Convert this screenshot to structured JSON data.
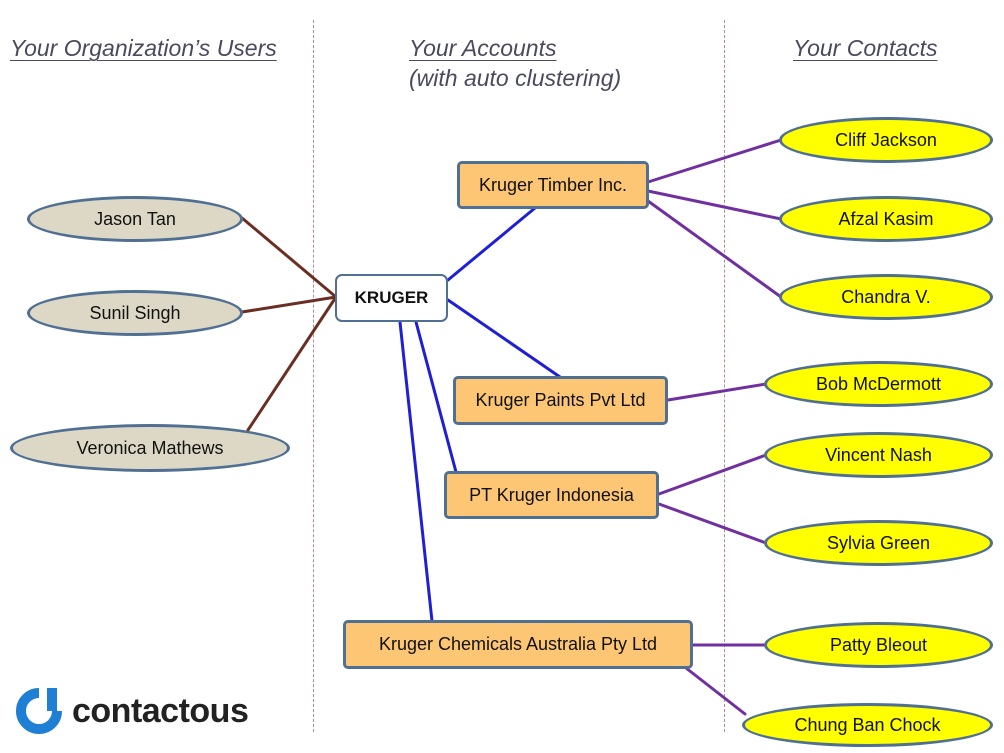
{
  "headers": {
    "users": "Your Organization’s Users",
    "accounts_line1": "Your Accounts ",
    "accounts_line2": "(with auto clustering)",
    "contacts": "Your Contacts"
  },
  "users": [
    "Jason Tan",
    "Sunil Singh",
    "Veronica Mathews"
  ],
  "hub": "KRUGER",
  "accounts": [
    "Kruger Timber Inc.",
    "Kruger Paints Pvt Ltd",
    "PT Kruger Indonesia",
    "Kruger Chemicals Australia Pty Ltd"
  ],
  "contacts": [
    "Cliff Jackson",
    "Afzal Kasim",
    "Chandra V.",
    "Bob McDermott",
    "Vincent Nash",
    "Sylvia Green",
    "Patty Bleout",
    "Chung Ban Chock"
  ],
  "logo": {
    "text": "contactous"
  },
  "colors": {
    "user_link": "#6b2e22",
    "account_link": "#1f1fd6",
    "contact_link": "#7030a0",
    "user_fill": "#ddd8c6",
    "account_fill": "#fcc674",
    "contact_fill": "#ffff00",
    "node_border": "#4f6f93",
    "logo_blue": "#1f7fd4"
  }
}
